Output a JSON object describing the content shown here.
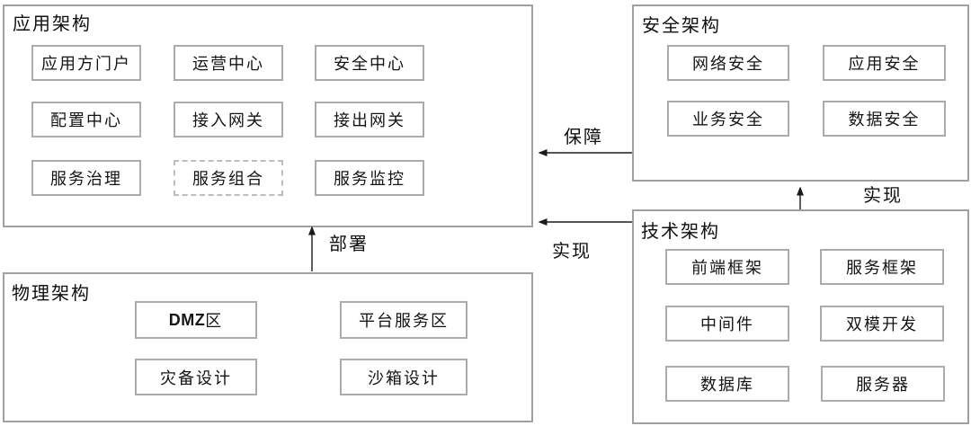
{
  "diagram": {
    "groups": [
      {
        "id": "application-architecture",
        "title": "应用架构",
        "items": [
          "应用方门户",
          "运营中心",
          "安全中心",
          "配置中心",
          "接入网关",
          "接出网关",
          "服务治理",
          "服务组合",
          "服务监控"
        ]
      },
      {
        "id": "security-architecture",
        "title": "安全架构",
        "items": [
          "网络安全",
          "应用安全",
          "业务安全",
          "数据安全"
        ]
      },
      {
        "id": "technology-architecture",
        "title": "技术架构",
        "items": [
          "前端框架",
          "服务框架",
          "中间件",
          "双模开发",
          "数据库",
          "服务器"
        ]
      },
      {
        "id": "physical-architecture",
        "title": "物理架构",
        "items": [
          {
            "bold": "DMZ",
            "rest": "区"
          },
          "平台服务区",
          "灾备设计",
          "沙箱设计"
        ]
      }
    ],
    "arrows": [
      {
        "name": "guarantee",
        "label": "保障",
        "from": "security-architecture",
        "to": "application-architecture"
      },
      {
        "name": "realize-application",
        "label": "实现",
        "from": "technology-architecture",
        "to": "application-architecture"
      },
      {
        "name": "realize-security",
        "label": "实现",
        "from": "technology-architecture",
        "to": "security-architecture"
      },
      {
        "name": "deploy",
        "label": "部署",
        "from": "physical-architecture",
        "to": "application-architecture"
      }
    ],
    "colors": {
      "background": "#ffffff",
      "group_border": "#a0a0a0",
      "node_border": "#ababab",
      "dashed_node_border": "#bdbdbd",
      "text": "#141414",
      "arrow": "#1a1a1a"
    }
  }
}
